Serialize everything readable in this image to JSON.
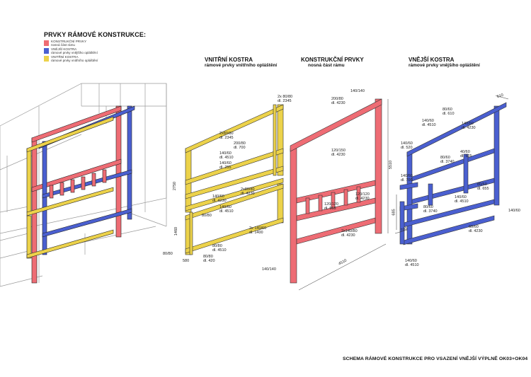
{
  "legend": {
    "title": "PRVKY RÁMOVÉ KONSTRUKCE:",
    "items": [
      {
        "line1": "KONSTRUKČNÍ PRVKY",
        "line2": "nosná část rámu",
        "color": "#ee6c74"
      },
      {
        "line1": "VNĚJŠÍ KOSTRA",
        "line2": "rámové prvky vnějšího opláštění",
        "color": "#4a5fd0"
      },
      {
        "line1": "VNITŘNÍ KOSTRA",
        "line2": "rámové prvky vnitřního opláštění",
        "color": "#ecd24a"
      }
    ]
  },
  "sections": {
    "inner": {
      "title": "VNITŘNÍ KOSTRA",
      "subtitle": "rámové prvky vnitřního opláštění"
    },
    "structural": {
      "title": "KONSTRUKČNÍ PRVKY",
      "subtitle": "nosná část rámu"
    },
    "outer": {
      "title": "VNĚJŠÍ KOSTRA",
      "subtitle": "rámové prvky vnějšího opláštění"
    }
  },
  "colors": {
    "red": "#ee6c74",
    "blue": "#4a5fd0",
    "yellow": "#ecd24a",
    "outline": "#333333",
    "grey": "#9a9a9a"
  },
  "dims_inner": [
    {
      "a": "2x 80/80",
      "b": "dl. 2345"
    },
    {
      "a": "2x80/80",
      "b": "dl. 2345"
    },
    {
      "a": "200/80",
      "b": "dl. 700"
    },
    {
      "a": "140/60",
      "b": "dl. 4510"
    },
    {
      "a": "140/60",
      "b": "dl. 255"
    },
    {
      "a": "2x80/80",
      "b": "dl. 4230"
    },
    {
      "a": "140/60",
      "b": "dl. 4230"
    },
    {
      "a": "140/60",
      "b": "dl. 4510"
    },
    {
      "a": "2x 140/60",
      "b": "dl. 1400"
    },
    {
      "a": "80/80",
      "b": "dl. 4510"
    },
    {
      "a": "80/80",
      "b": "dl. 420"
    }
  ],
  "dims_inner_extra": {
    "h1": "2750",
    "h2": "1460",
    "s1": "80/80",
    "s2": "80/80",
    "s3": "580"
  },
  "dims_struct": [
    {
      "a": "140/140",
      "b": ""
    },
    {
      "a": "200/80",
      "b": "dl. 4230"
    },
    {
      "a": "120/150",
      "b": "dl. 4230"
    },
    {
      "a": "120/120",
      "b": "dl. 4230"
    },
    {
      "a": "120/120",
      "b": "dl. 565"
    },
    {
      "a": "2x140/80",
      "b": "dl. 4230"
    }
  ],
  "dims_struct_extra": {
    "h": "5510",
    "w": "4510",
    "base": "140/140"
  },
  "dims_outer": [
    {
      "a": "80/60",
      "b": "dl. 610"
    },
    {
      "a": "140/60",
      "b": "dl. 4510"
    },
    {
      "a": "140/60",
      "b": "dl. 4230"
    },
    {
      "a": "140/60",
      "b": "dl. 520"
    },
    {
      "a": "80/60",
      "b": "dl. 3740"
    },
    {
      "a": "40/60",
      "b": "dl. 525"
    },
    {
      "a": "140/60",
      "b": "dl. 700"
    },
    {
      "a": "80/60",
      "b": "dl. 655"
    },
    {
      "a": "140/60",
      "b": "dl. 4510"
    },
    {
      "a": "80/60",
      "b": "dl. 3740"
    },
    {
      "a": "60/60",
      "b": "dl. 4230"
    },
    {
      "a": "140/60",
      "b": "dl. 4510"
    }
  ],
  "dims_outer_extra": {
    "top": "610",
    "h": "685",
    "w": "700",
    "right": "140/60"
  },
  "footer": "SCHEMA RÁMOVÉ KONSTRUKCE PRO VSAZENÍ VNĚJŠÍ VÝPLNĚ OK03+OK04"
}
